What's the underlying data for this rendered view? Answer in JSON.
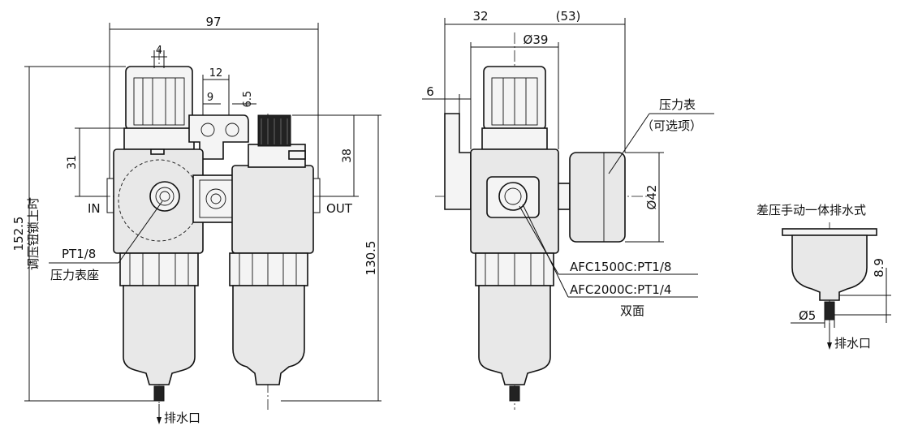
{
  "views": {
    "front": {
      "dims": {
        "width_total": "97",
        "d4": "4",
        "d12": "12",
        "d9": "9",
        "d6_5": "6.5",
        "d31": "31",
        "d38": "38",
        "height_total": "152.5",
        "height_bowl": "130.5"
      },
      "labels": {
        "in": "IN",
        "out": "OUT",
        "knob_note": "调压钮锁上时",
        "gauge_port": "PT1/8",
        "gauge_seat": "压力表座",
        "drain": "排水口"
      }
    },
    "side": {
      "dims": {
        "d32": "32",
        "d53": "(53)",
        "d39": "Ø39",
        "d6": "6",
        "d42": "Ø42"
      },
      "labels": {
        "gauge": "压力表",
        "gauge_optional": "（可选项）",
        "port_1500": "AFC1500C:PT1/8",
        "port_2000": "AFC2000C:PT1/4",
        "both_sides": "双面"
      }
    },
    "detail": {
      "title": "差压手动一体排水式",
      "dims": {
        "d8_9": "8.9",
        "d5": "Ø5"
      },
      "labels": {
        "drain": "排水口"
      }
    }
  }
}
